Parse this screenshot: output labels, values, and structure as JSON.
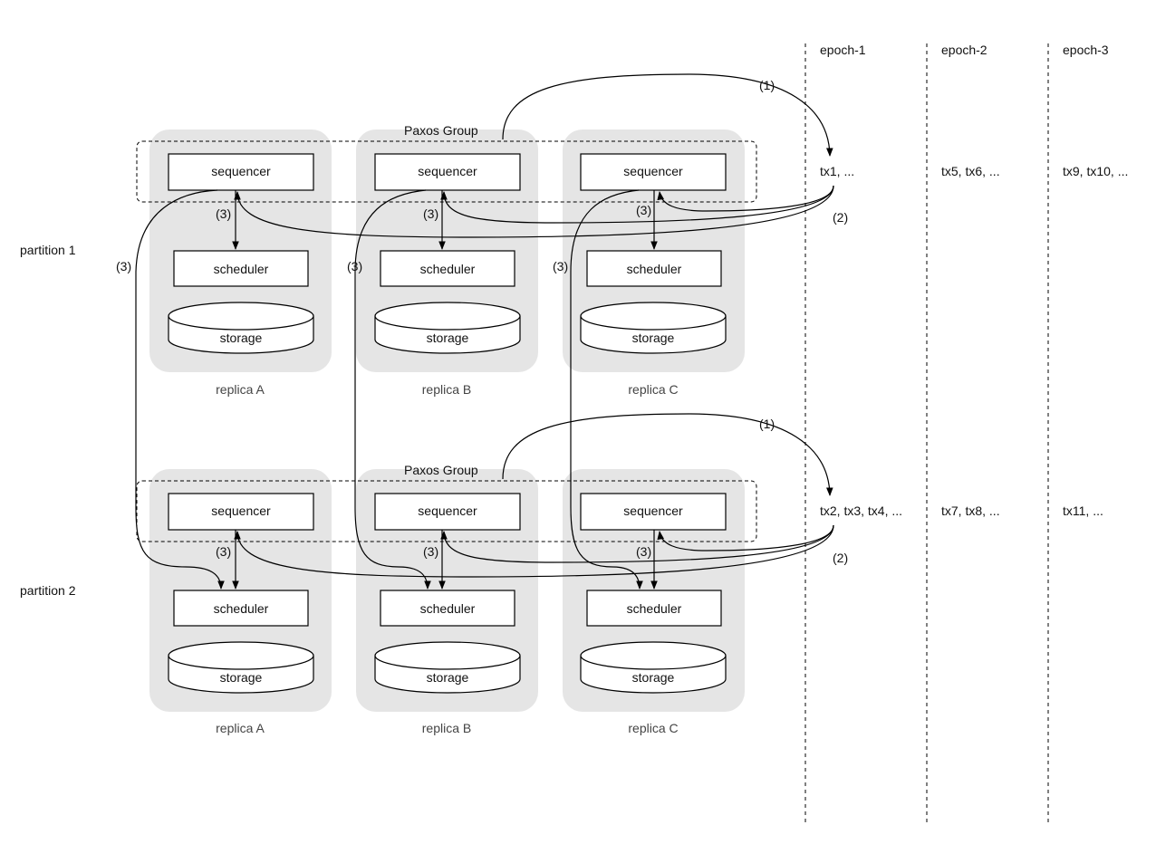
{
  "epochs": [
    {
      "label": "epoch-1",
      "partition1_txs": "tx1, ...",
      "partition2_txs": "tx2, tx3, tx4, ..."
    },
    {
      "label": "epoch-2",
      "partition1_txs": "tx5, tx6, ...",
      "partition2_txs": "tx7, tx8, ..."
    },
    {
      "label": "epoch-3",
      "partition1_txs": "tx9, tx10, ...",
      "partition2_txs": "tx11, ..."
    }
  ],
  "partitions": [
    {
      "label": "partition 1",
      "paxos_label": "Paxos Group",
      "replicas": [
        {
          "name": "replica A",
          "sequencer": "sequencer",
          "scheduler": "scheduler",
          "storage": "storage"
        },
        {
          "name": "replica B",
          "sequencer": "sequencer",
          "scheduler": "scheduler",
          "storage": "storage"
        },
        {
          "name": "replica C",
          "sequencer": "sequencer",
          "scheduler": "scheduler",
          "storage": "storage"
        }
      ]
    },
    {
      "label": "partition 2",
      "paxos_label": "Paxos Group",
      "replicas": [
        {
          "name": "replica A",
          "sequencer": "sequencer",
          "scheduler": "scheduler",
          "storage": "storage"
        },
        {
          "name": "replica B",
          "sequencer": "sequencer",
          "scheduler": "scheduler",
          "storage": "storage"
        },
        {
          "name": "replica C",
          "sequencer": "sequencer",
          "scheduler": "scheduler",
          "storage": "storage"
        }
      ]
    }
  ],
  "step_labels": {
    "step1": "(1)",
    "step2": "(2)",
    "step3": "(3)"
  },
  "colors": {
    "replica_background": "#e5e5e5",
    "line": "#000000"
  }
}
